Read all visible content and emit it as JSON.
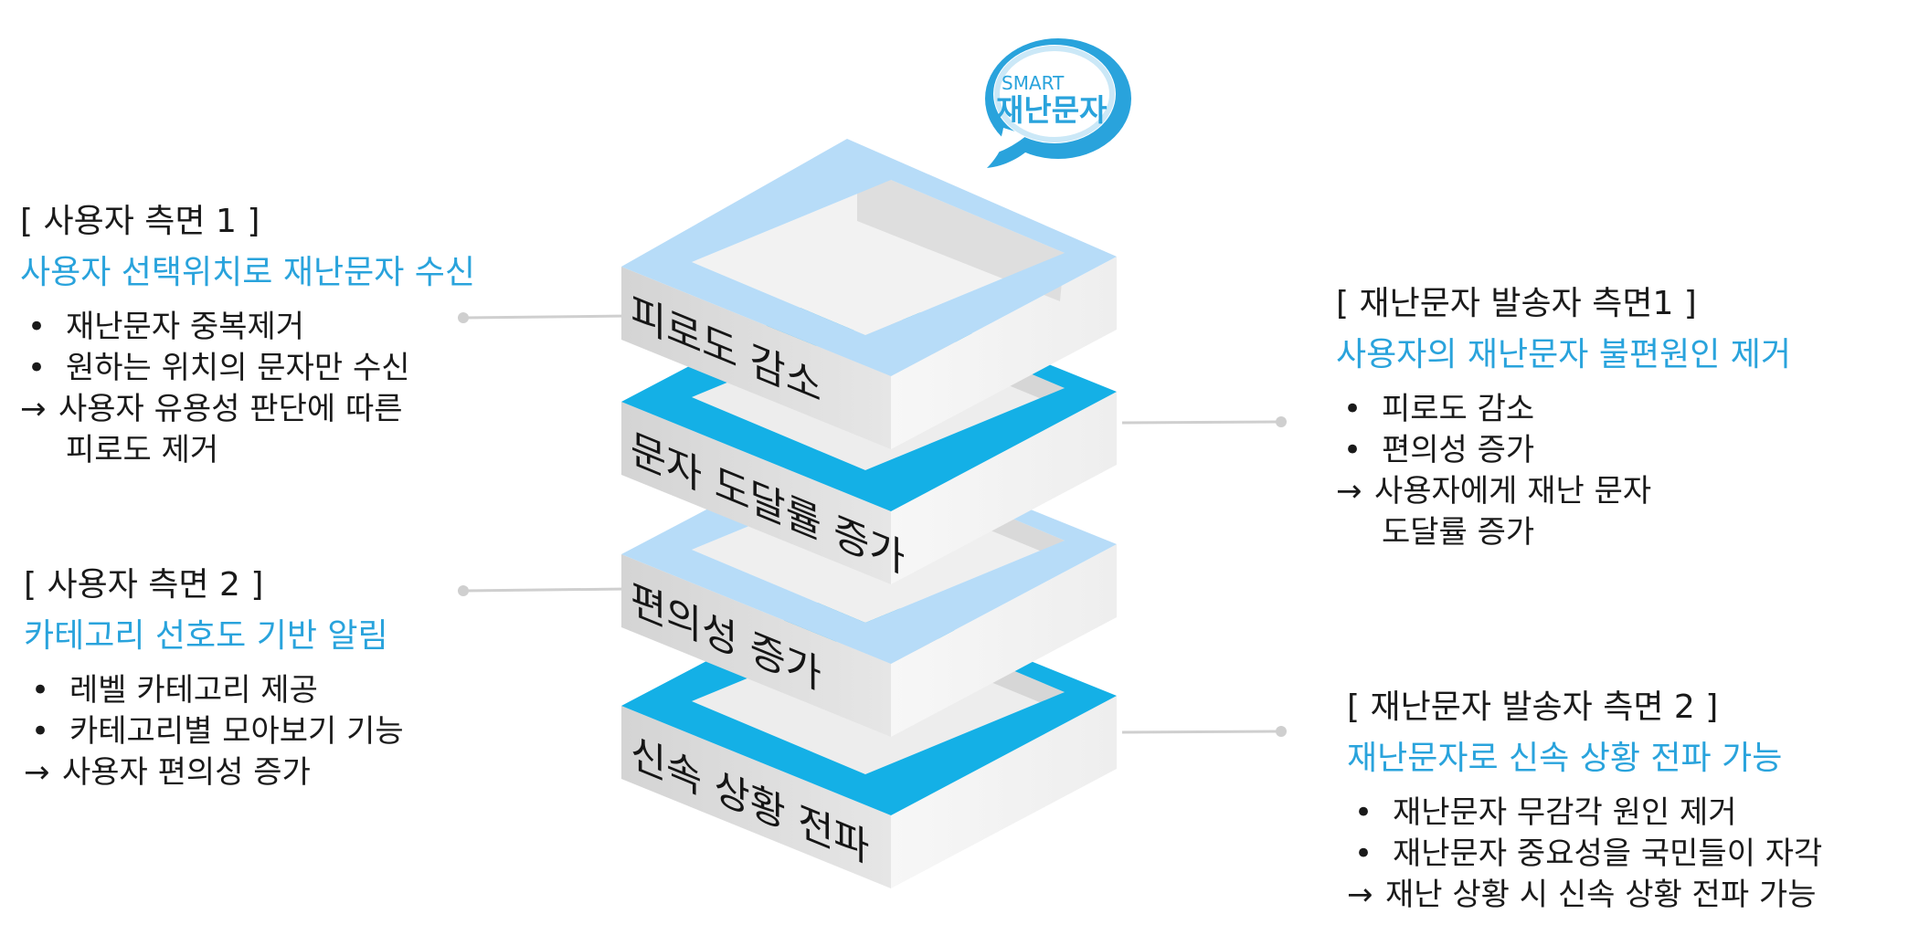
{
  "logo": {
    "small_text": "SMART",
    "main_text": "재난문자"
  },
  "layers": [
    {
      "label": "피로도 감소",
      "accent": "#b7dcf8"
    },
    {
      "label": "문자 도달률 증가",
      "accent": "#14b0e6"
    },
    {
      "label": "편의성 증가",
      "accent": "#b7dcf8"
    },
    {
      "label": "신속 상황 전파",
      "accent": "#14b0e6"
    }
  ],
  "panels": {
    "user1": {
      "heading": "[ 사용자 측면 1 ]",
      "title": "사용자 선택위치로 재난문자 수신",
      "bullets": [
        "재난문자 중복제거",
        "원하는 위치의 문자만 수신"
      ],
      "result_arrow": "→",
      "result_lines": [
        "사용자 유용성 판단에 따른",
        "피로도 제거"
      ]
    },
    "user2": {
      "heading": "[ 사용자 측면 2 ]",
      "title": "카테고리 선호도 기반 알림",
      "bullets": [
        "레벨 카테고리 제공",
        "카테고리별 모아보기 기능"
      ],
      "result_arrow": "→",
      "result_lines": [
        "사용자 편의성 증가"
      ]
    },
    "sender1": {
      "heading": "[ 재난문자 발송자 측면1 ]",
      "title": "사용자의 재난문자 불편원인 제거",
      "bullets": [
        "피로도 감소",
        "편의성 증가"
      ],
      "result_arrow": "→",
      "result_lines": [
        "사용자에게 재난 문자",
        "도달률 증가"
      ]
    },
    "sender2": {
      "heading": "[ 재난문자 발송자 측면 2 ]",
      "title": "재난문자로 신속 상황 전파 가능",
      "bullets": [
        "재난문자 무감각 원인 제거",
        "재난문자 중요성을 국민들이 자각"
      ],
      "result_arrow": "→",
      "result_lines": [
        "재난 상황 시 신속 상황 전파 가능"
      ]
    }
  },
  "colors": {
    "light_blue": "#b7dcf8",
    "bright_blue": "#14b0e6",
    "title_blue": "#29a3dc",
    "side_grey": "#dcdcdc",
    "inner_grey": "#e3e3e3",
    "connector": "#cccccc"
  }
}
